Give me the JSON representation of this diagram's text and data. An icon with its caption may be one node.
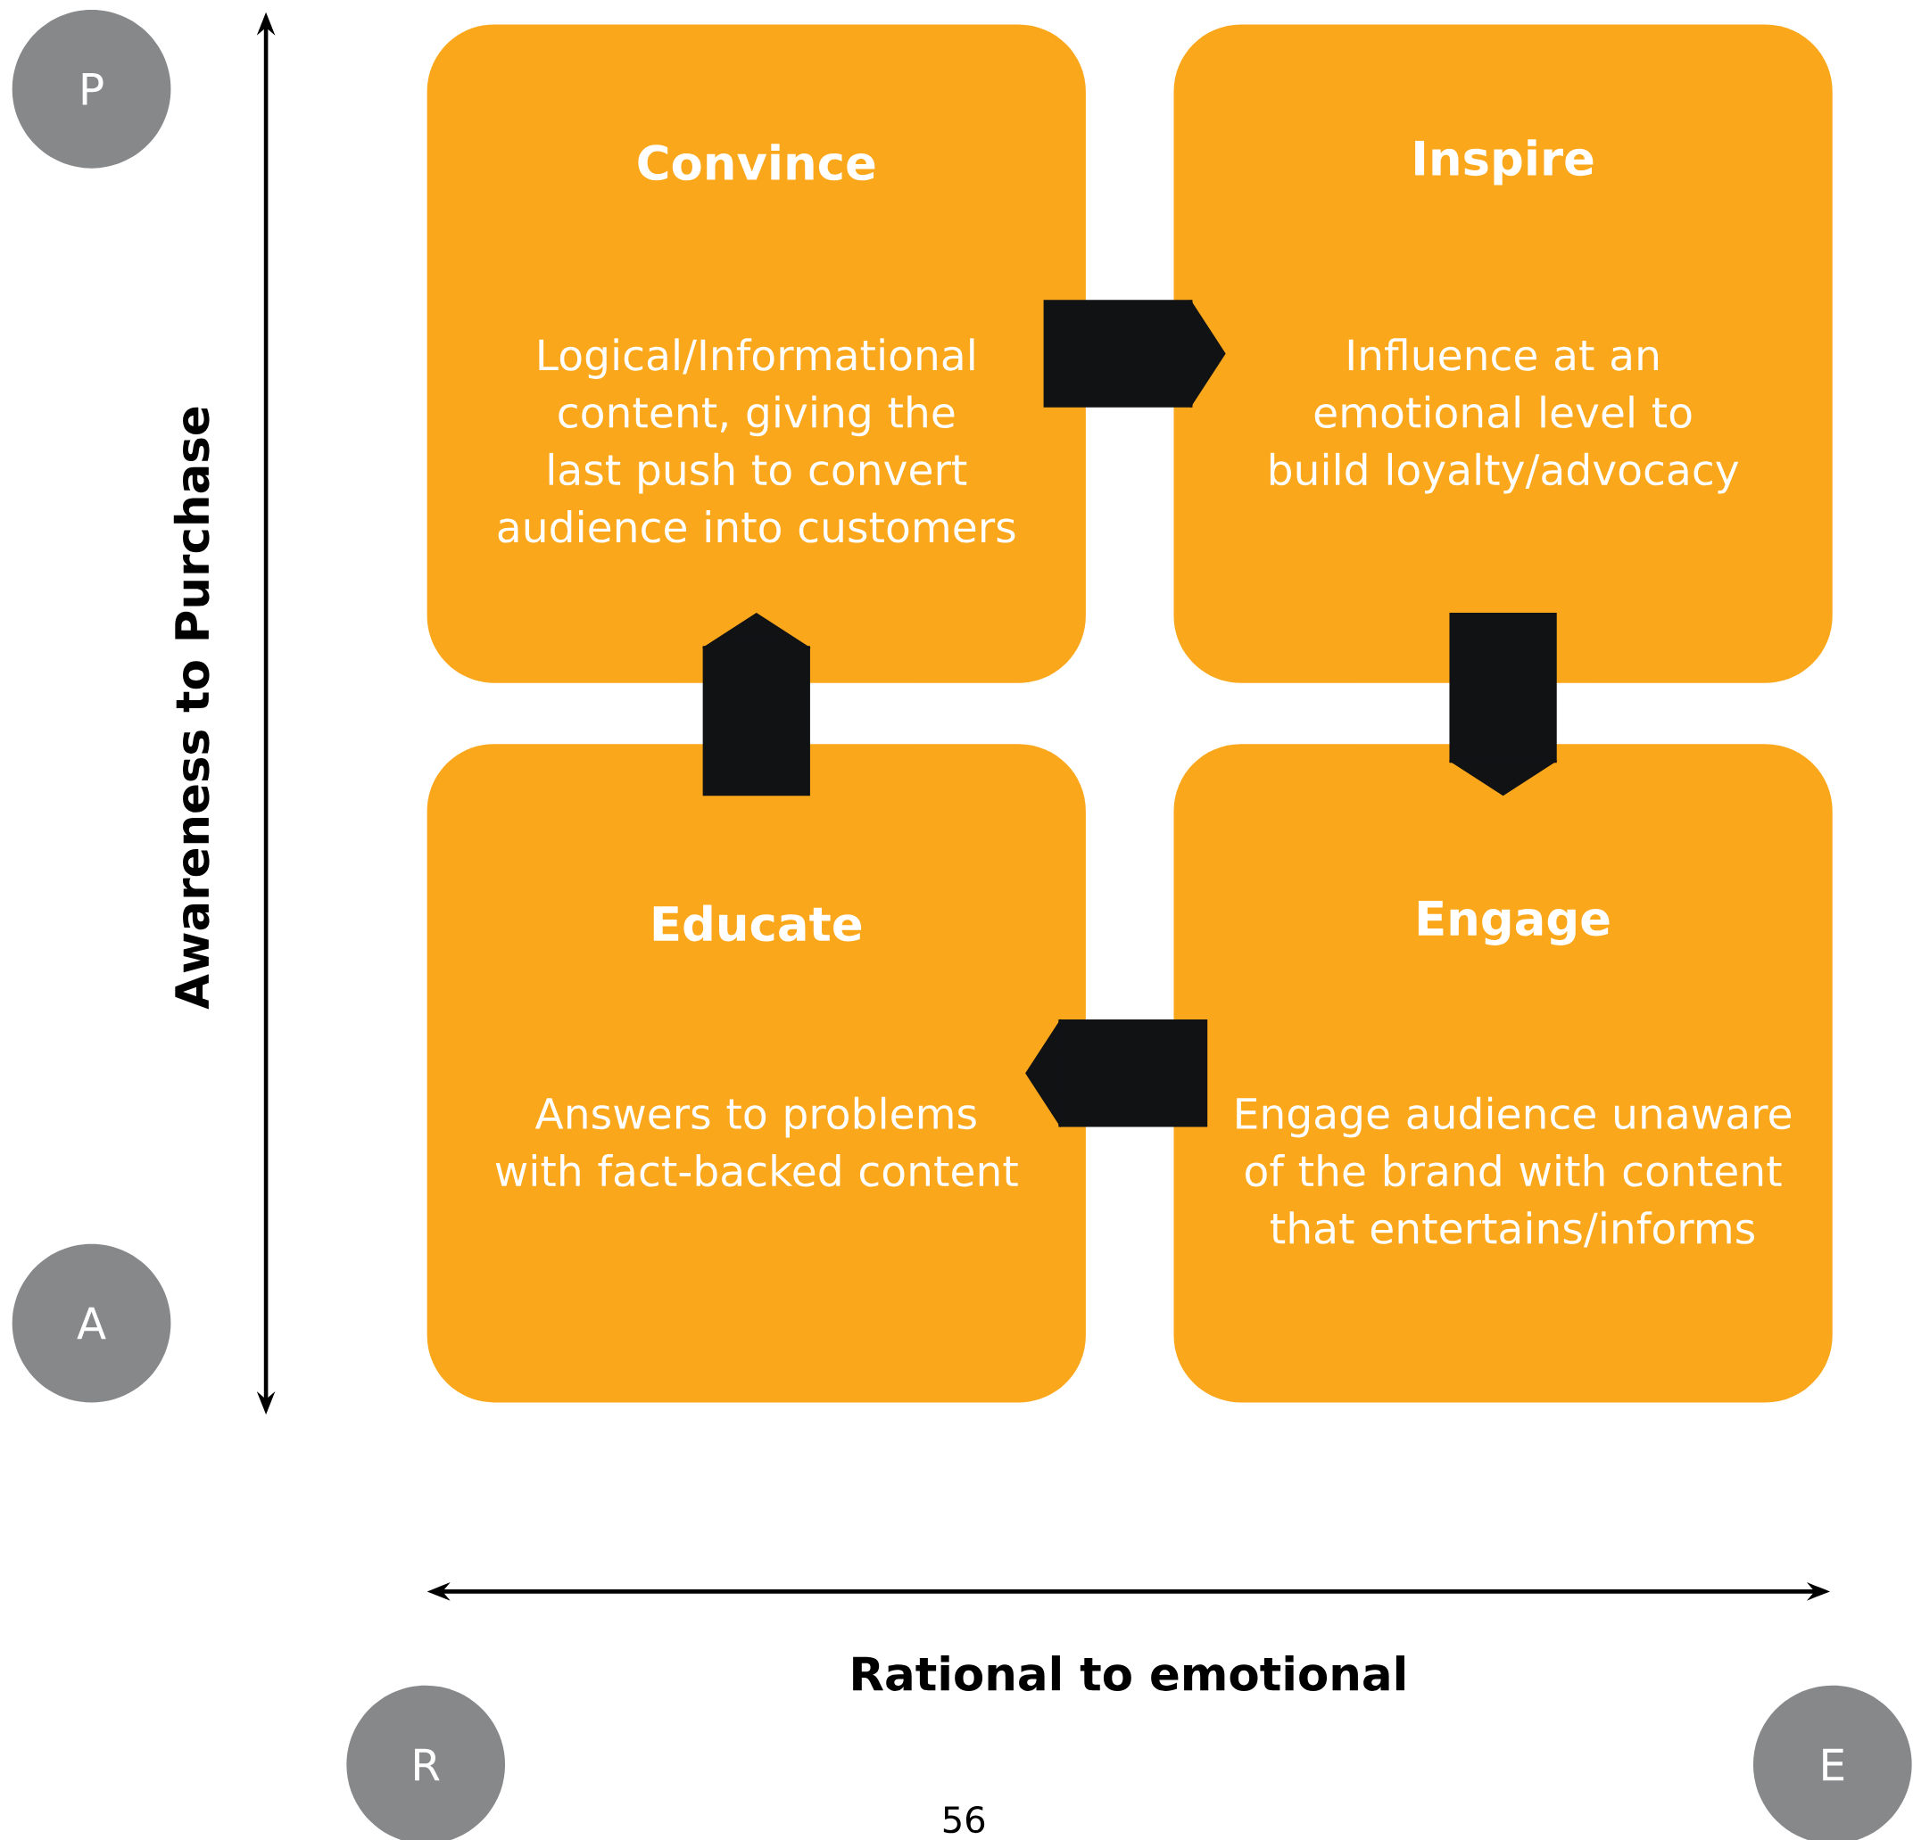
{
  "diagram": {
    "nodes": [
      {
        "text": [
          "Convince",
          "Logical/Informational content, giving the last push to convert audience into customers"
        ]
      },
      {
        "text": [
          "Inspire",
          "Influence at an emotional level to build loyalty/advocacy"
        ]
      },
      {
        "text": [
          "Educate",
          "Answers to problems with fact-backed content"
        ]
      },
      {
        "text": [
          "Engage",
          "Engage audience unaware of the brand with content that entertains/informs"
        ]
      },
      {
        "text": [
          "P"
        ]
      },
      {
        "text": [
          "A"
        ]
      },
      {
        "text": [
          "R"
        ]
      },
      {
        "text": [
          "E"
        ]
      }
    ],
    "edges": [
      {
        "from": 0,
        "to": 1,
        "arrow": "to"
      },
      {
        "from": 1,
        "to": 3,
        "arrow": "to"
      },
      {
        "from": 3,
        "to": 2,
        "arrow": "to"
      },
      {
        "from": 2,
        "to": 0,
        "arrow": "to"
      }
    ],
    "labels": [
      "Awareness to Purchase",
      "Rational to emotional",
      "56"
    ]
  }
}
